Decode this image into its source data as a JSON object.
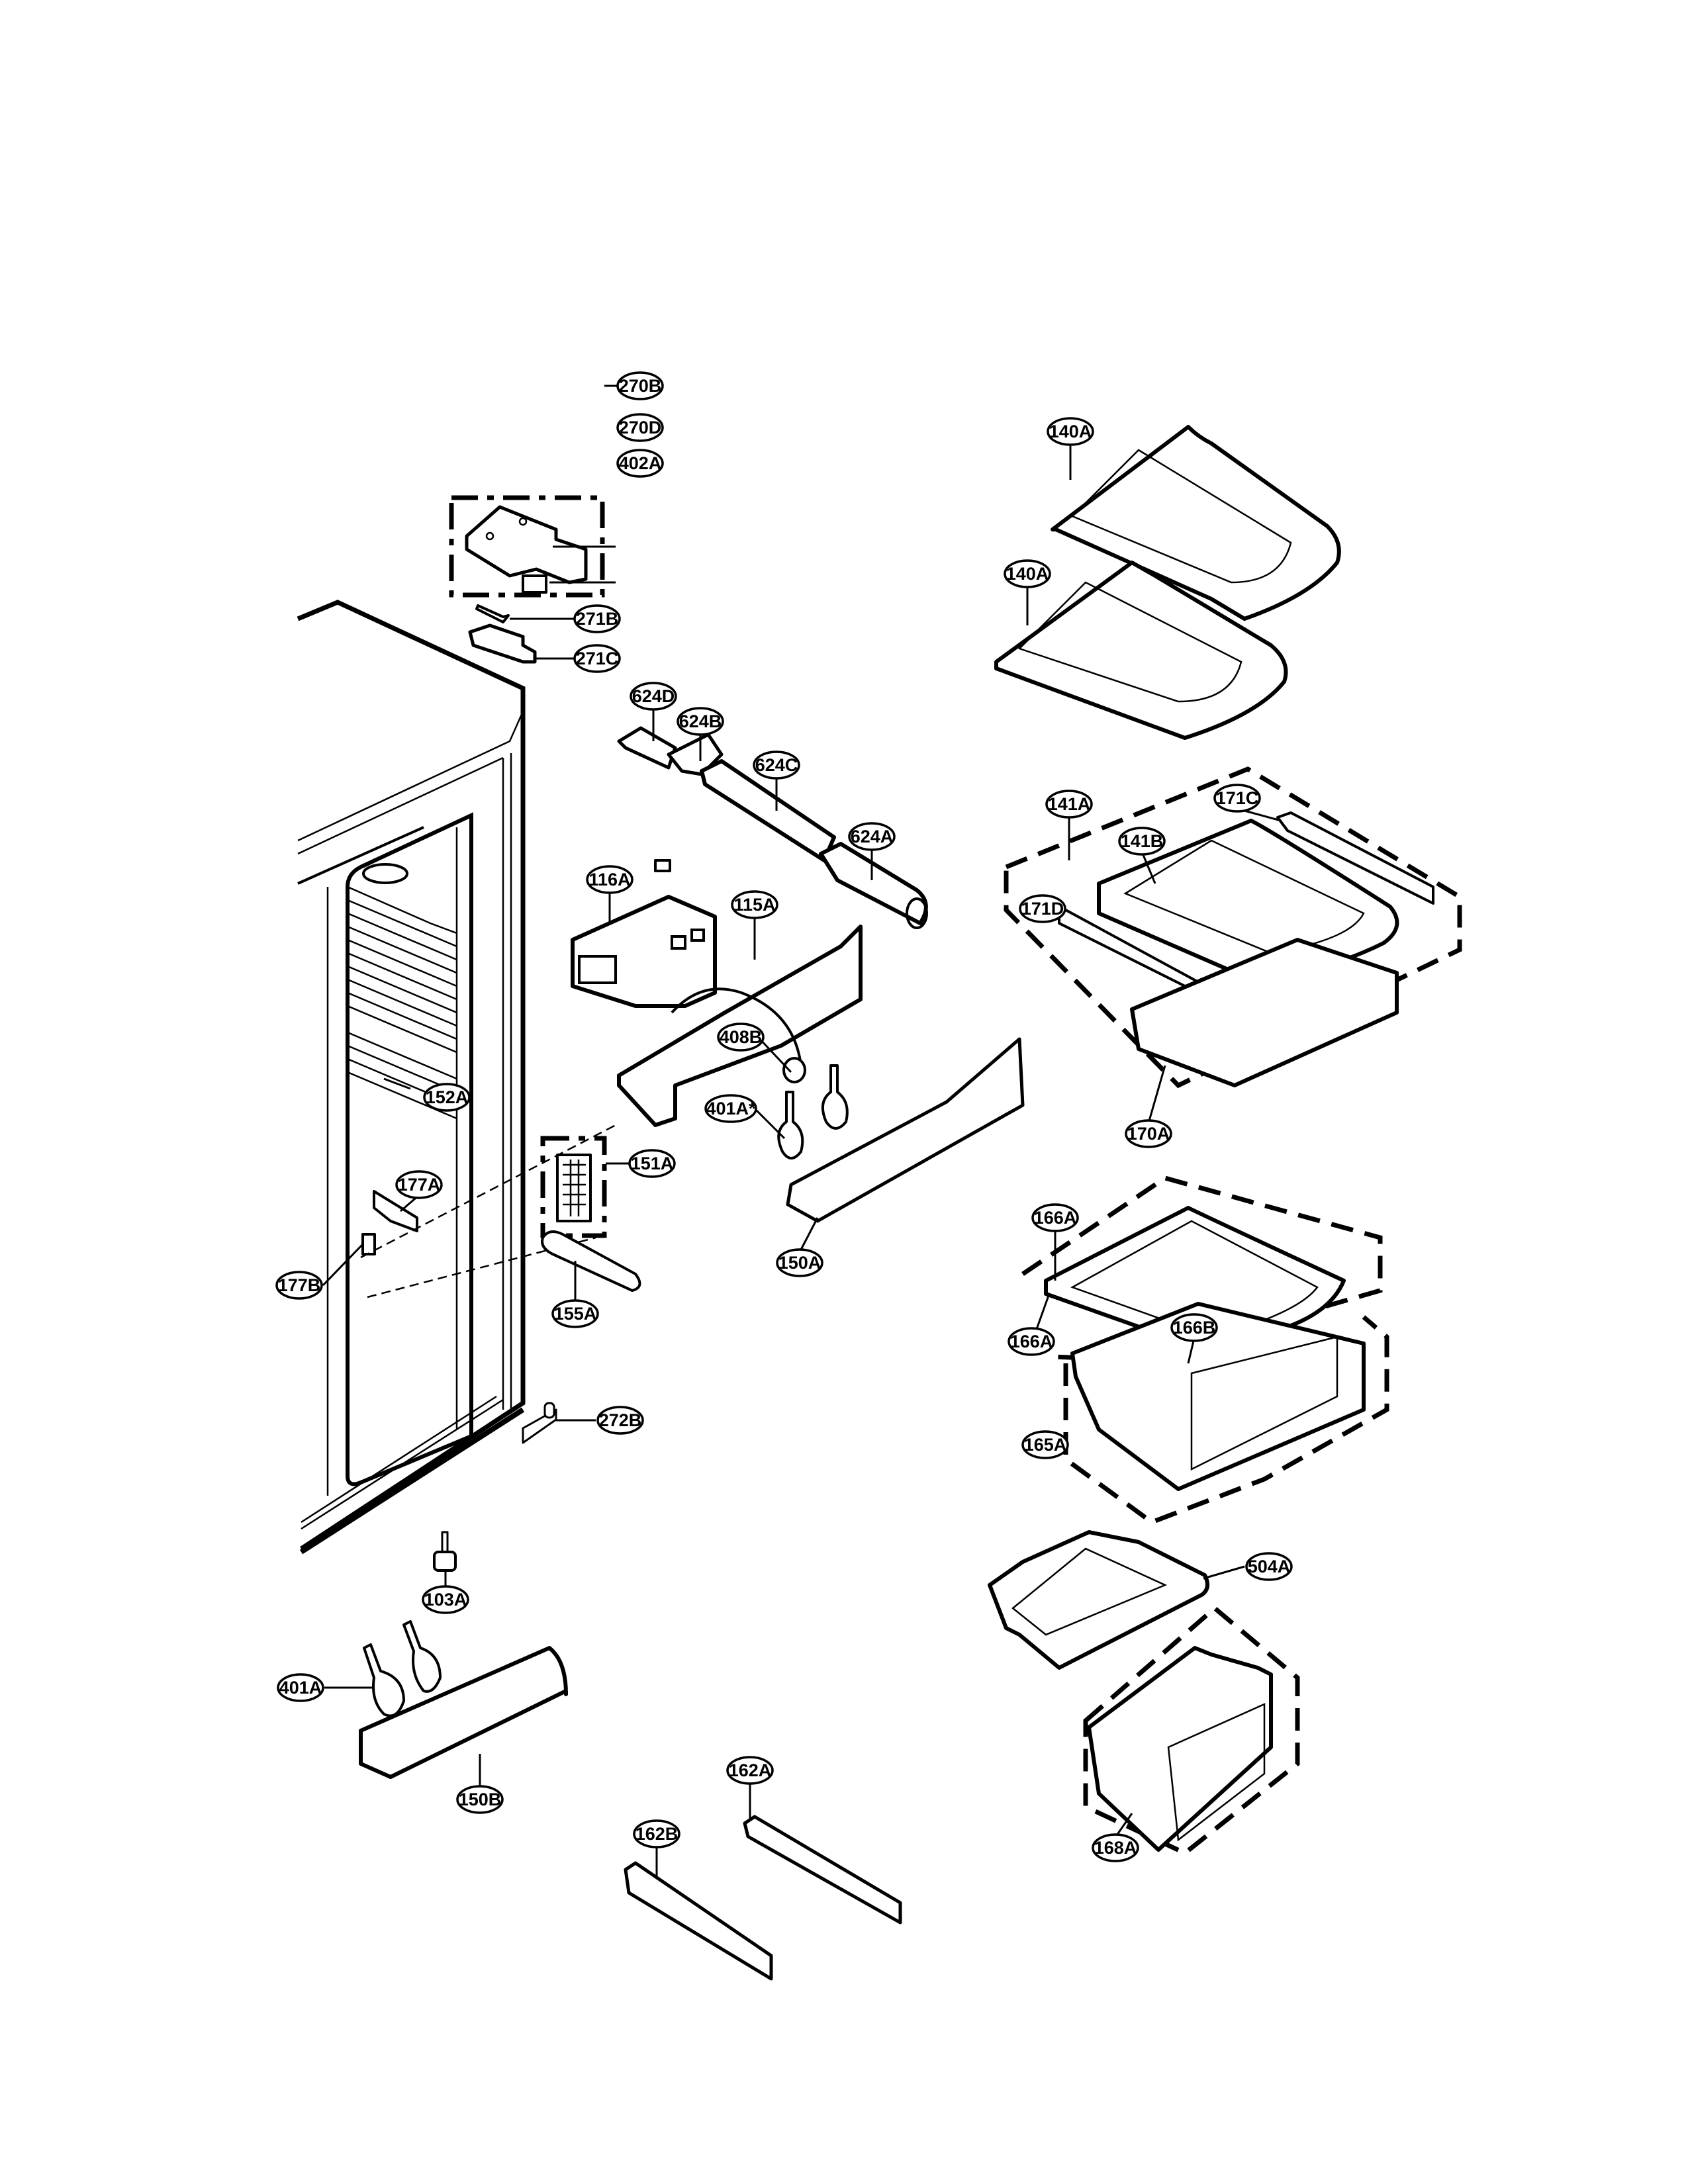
{
  "diagram": {
    "type": "exploded-parts-view",
    "subject": "refrigerator compartment parts",
    "callouts": [
      {
        "id": "270B",
        "label": "270B"
      },
      {
        "id": "270D",
        "label": "270D"
      },
      {
        "id": "402A",
        "label": "402A"
      },
      {
        "id": "271B",
        "label": "271B"
      },
      {
        "id": "271C",
        "label": "271C"
      },
      {
        "id": "624D",
        "label": "624D"
      },
      {
        "id": "624B",
        "label": "624B"
      },
      {
        "id": "624C",
        "label": "624C"
      },
      {
        "id": "624A",
        "label": "624A"
      },
      {
        "id": "116A",
        "label": "116A"
      },
      {
        "id": "115A",
        "label": "115A"
      },
      {
        "id": "408B",
        "label": "408B"
      },
      {
        "id": "401A-star",
        "label": "401A*"
      },
      {
        "id": "151A",
        "label": "151A"
      },
      {
        "id": "152A",
        "label": "152A"
      },
      {
        "id": "177A",
        "label": "177A"
      },
      {
        "id": "177B",
        "label": "177B"
      },
      {
        "id": "155A",
        "label": "155A"
      },
      {
        "id": "272B",
        "label": "272B"
      },
      {
        "id": "150A",
        "label": "150A"
      },
      {
        "id": "103A",
        "label": "103A"
      },
      {
        "id": "401A",
        "label": "401A"
      },
      {
        "id": "150B",
        "label": "150B"
      },
      {
        "id": "162A",
        "label": "162A"
      },
      {
        "id": "162B",
        "label": "162B"
      },
      {
        "id": "140A-upper",
        "label": "140A"
      },
      {
        "id": "140A-lower",
        "label": "140A"
      },
      {
        "id": "141A",
        "label": "141A"
      },
      {
        "id": "171C",
        "label": "171C"
      },
      {
        "id": "141B",
        "label": "141B"
      },
      {
        "id": "171D",
        "label": "171D"
      },
      {
        "id": "170A",
        "label": "170A"
      },
      {
        "id": "166A-upper",
        "label": "166A"
      },
      {
        "id": "166B",
        "label": "166B"
      },
      {
        "id": "166A-lower",
        "label": "166A"
      },
      {
        "id": "165A",
        "label": "165A"
      },
      {
        "id": "504A",
        "label": "504A"
      },
      {
        "id": "168A",
        "label": "168A"
      }
    ]
  }
}
